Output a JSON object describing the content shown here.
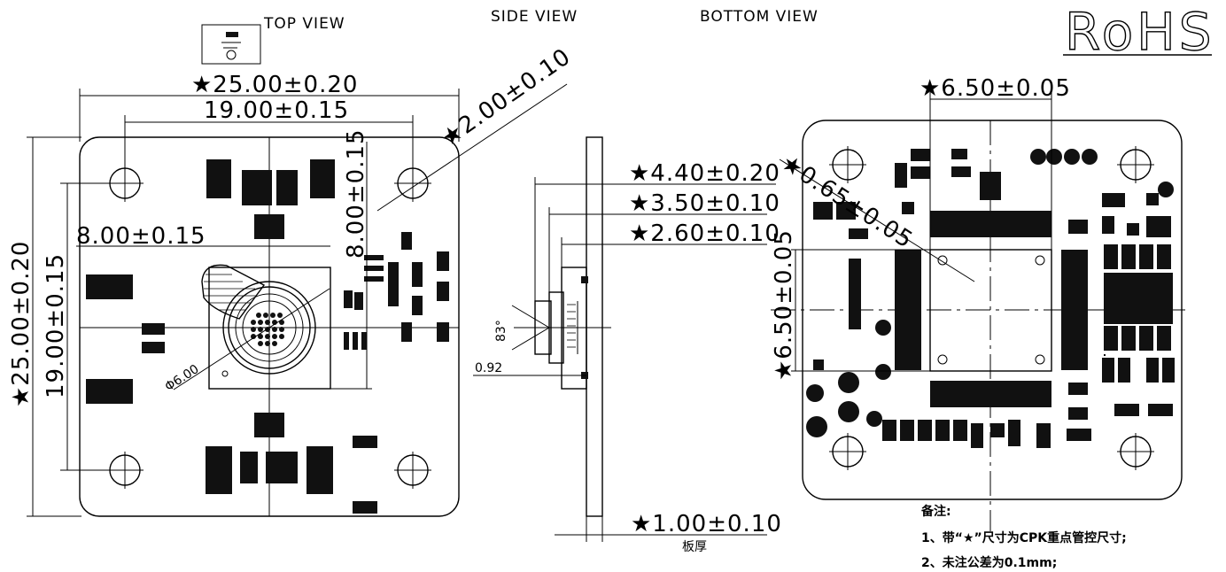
{
  "views": {
    "top": "TOP VIEW",
    "side": "SIDE VIEW",
    "bottom": "BOTTOM VIEW"
  },
  "logo": "RoHS",
  "dimensions": {
    "top_width": "★25.00±0.20",
    "top_hole_spacing": "19.00±0.15",
    "hole_diameter": "★2.00±0.10",
    "sensor_width": "8.00±0.15",
    "sensor_height": "8.00±0.15",
    "top_height": "★25.00±0.20",
    "top_hole_vspacing": "19.00±0.15",
    "lens_diameter": "Φ6.00",
    "side_4_40": "★4.40±0.20",
    "side_3_50": "★3.50±0.10",
    "side_2_60": "★2.60±0.10",
    "side_angle": "83°",
    "side_092": "0.92",
    "board_thickness": "★1.00±0.10",
    "board_thickness_label": "板厚",
    "bottom_width": "★6.50±0.05",
    "bottom_height": "★6.50±0.05",
    "bottom_diag": "★0.65±0.05"
  },
  "notes": {
    "title": "备注:",
    "line1": "1、带“★”尺寸为CPK重点管控尺寸;",
    "line2": "2、未注公差为0.1mm;"
  }
}
